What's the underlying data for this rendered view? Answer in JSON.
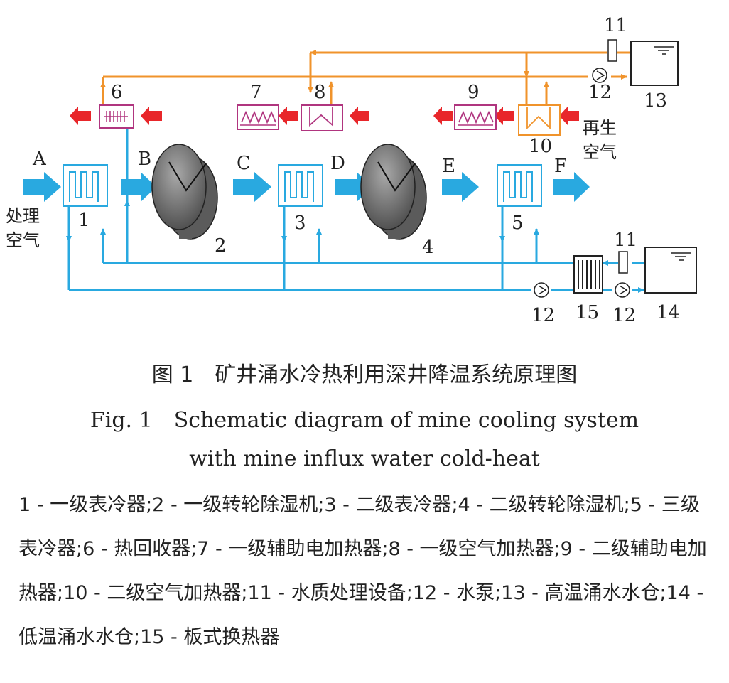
{
  "labels": {
    "A": "A",
    "B": "B",
    "C": "C",
    "D": "D",
    "E": "E",
    "F": "F",
    "n1": "1",
    "n2": "2",
    "n3": "3",
    "n4": "4",
    "n5": "5",
    "n6": "6",
    "n7": "7",
    "n8": "8",
    "n9": "9",
    "n10": "10",
    "n11_top": "11",
    "n12_top": "12",
    "n13": "13",
    "n11_bot": "11",
    "n12_bot_left": "12",
    "n15": "15",
    "n12_bot_right": "12",
    "n14": "14",
    "process_air_1": "处理",
    "process_air_2": "空气",
    "regen_air_1": "再生",
    "regen_air_2": "空气"
  },
  "colors": {
    "cold_water": "#29a9e0",
    "hot_water": "#f0932b",
    "heat_arrow": "#e8262a",
    "heater": "#b0357f",
    "air_arrow": "#29a9e0"
  },
  "caption": {
    "cn": "图 1　矿井涌水冷热利用深井降温系统原理图",
    "en_line1": "Fig. 1　Schematic diagram of mine cooling system",
    "en_line2": "with mine influx water cold-heat"
  },
  "legend": "1 - 一级表冷器;2 - 一级转轮除湿机;3 - 二级表冷器;4 - 二级转轮除湿机;5 - 三级表冷器;6 - 热回收器;7 - 一级辅助电加热器;8 - 一级空气加热器;9 - 二级辅助电加热器;10 - 二级空气加热器;11 - 水质处理设备;12 - 水泵;13 - 高温涌水水仓;14 - 低温涌水水仓;15 - 板式换热器"
}
